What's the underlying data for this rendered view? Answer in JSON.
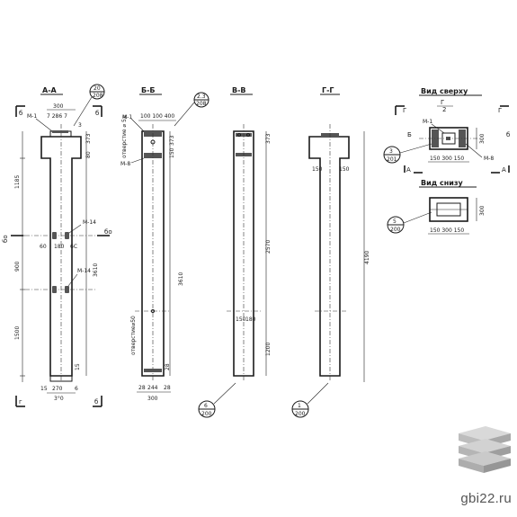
{
  "views": {
    "aa": {
      "title": "А-А",
      "mark_m1": "М-1",
      "d_300": "300",
      "d_sub": "7  286  7",
      "circle_top": "20",
      "circle_bot": "208",
      "d_3": "3",
      "d_80": "80",
      "d_373": "373",
      "d_1185": "1185",
      "sec_left": "б",
      "sec_label_left": "бо",
      "d_900": "900",
      "d_1500": "1500",
      "mark_m14a": "М-14",
      "mark_m14b": "М-14",
      "d_60": "60",
      "d_180": "180",
      "d_60b": "6С",
      "sec_label_right": "бо",
      "d_3610": "3610",
      "d_15a": "15",
      "d_15b": "15",
      "d_270": "270",
      "d_300b": "3°0",
      "d_6": "6",
      "corner_bl": "г",
      "corner_br": "б",
      "corner_tl": "б",
      "corner_tr": "б"
    },
    "bb": {
      "title": "Б-Б",
      "circle_top": "2.3",
      "circle_bot": "208",
      "d_top": "100 100 400",
      "mark_m1": "М-1",
      "mark_m8": "М-8",
      "vert_hole": "отверстие ⌀ 5д",
      "d_373": "373",
      "d_150": "150",
      "d_3610": "3610",
      "vert_hole2": "отверстие⌀50",
      "d_28a": "28",
      "d_28b": "28",
      "d_244": "244",
      "d_b": "28",
      "d_300": "300",
      "circle_b_top": "6",
      "circle_b_bot": "200"
    },
    "vv": {
      "title": "В-В",
      "d_373": "373",
      "d_2570": "2570",
      "d_150": "150",
      "d_180": "180",
      "d_1200": "1200"
    },
    "gg": {
      "title": "Г-Г",
      "d_150a": "150",
      "d_150b": "150",
      "d_4190": "4190",
      "circle_top": "1",
      "circle_bot": "200"
    },
    "top": {
      "title": "Вид сверху",
      "r_g_left": "Г",
      "r_g_mid": "Г",
      "r_2": "2",
      "r_g_right": "Г",
      "mark_m1": "М-1",
      "circle_top": "3",
      "circle_bot": "201",
      "d_b": "Б",
      "d_300": "300",
      "d_dims": "150  300  150",
      "mark_m8": "М-8",
      "a_left": "А",
      "a_right": "А",
      "b_left": "Б",
      "b_right": "б"
    },
    "bottom": {
      "title": "Вид снизу",
      "circle_top": "5",
      "circle_bot": "200",
      "d_300": "300",
      "d_dims": "150  300  150"
    }
  },
  "logo": {
    "text": "gbi22.ru"
  }
}
